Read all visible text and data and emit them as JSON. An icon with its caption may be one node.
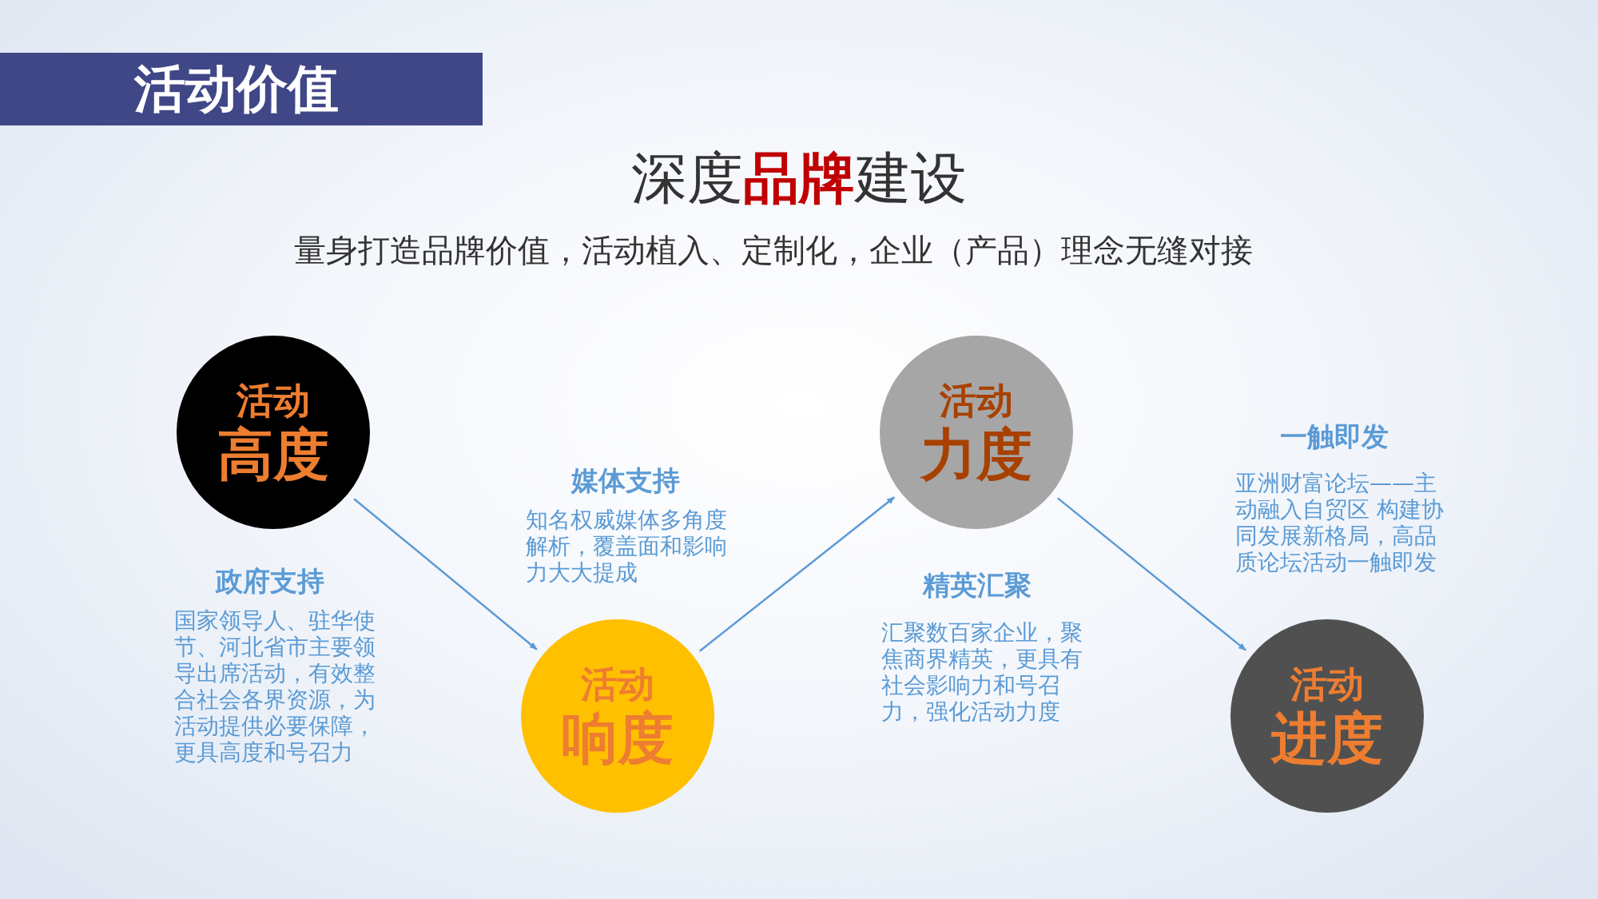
{
  "diagram": {
    "title": "活动价值",
    "nodes": [
      {
        "text": [
          "活动",
          "高度"
        ]
      },
      {
        "text": [
          "活动",
          "响度"
        ]
      },
      {
        "text": [
          "活动",
          "力度"
        ]
      },
      {
        "text": [
          "活动",
          "进度"
        ]
      }
    ],
    "edges": [
      {
        "from": 0,
        "to": 1,
        "arrow": "to"
      },
      {
        "from": 1,
        "to": 2,
        "arrow": "to"
      },
      {
        "from": 2,
        "to": 3,
        "arrow": "to"
      }
    ],
    "labels": [
      "深度**品牌**建设",
      "量身打造品牌价值，活动植入、定制化，企业（产品）理念无缝对接",
      "媒体支持",
      "知名权威媒体多角度解析，覆盖面和影响力大大提成",
      "一触即发",
      "亚洲财富论坛——主动融入自贸区 构建协同发展新格局，高品质论坛活动一触即发",
      "政府支持",
      "国家领导人、驻华使节、河北省市主要领导出席活动，有效整合社会各界资源，为活动提供必要保障，更具高度和号召力",
      "精英汇聚",
      "汇聚数百家企业，聚焦商界精英，更具有社会影响力和号召力，强化活动力度"
    ]
  }
}
